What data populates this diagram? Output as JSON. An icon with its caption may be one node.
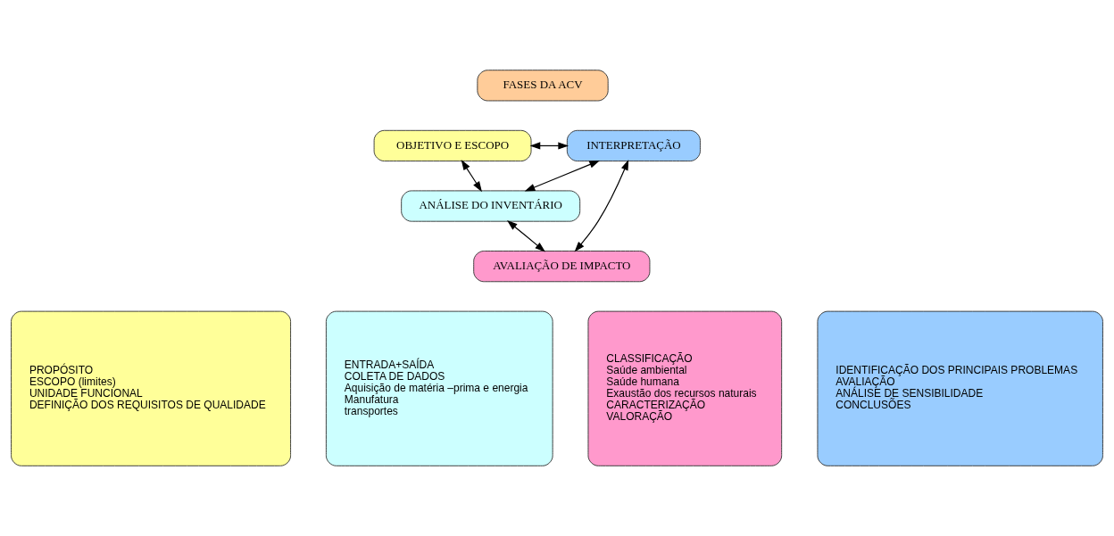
{
  "diagram": {
    "nodes": [
      {
        "text": [
          "FASES DA ACV"
        ]
      },
      {
        "text": [
          "OBJETIVO E ESCOPO"
        ]
      },
      {
        "text": [
          "ANÁLISE DO INVENTÁRIO"
        ]
      },
      {
        "text": [
          "INTERPRETAÇÃO"
        ]
      },
      {
        "text": [
          "AVALIAÇÃO DE IMPACTO"
        ]
      },
      {
        "text": [
          "PROPÓSITO",
          "ESCOPO (limites)",
          "UNIDADE FUNCIONAL",
          "DEFINIÇÃO DOS REQUISITOS DE QUALIDADE"
        ]
      },
      {
        "text": [
          "ENTRADA+SAÍDA",
          "COLETA DE DADOS",
          "Aquisição de matéria –prima e energia",
          "Manufatura",
          "transportes"
        ]
      },
      {
        "text": [
          "CLASSIFICAÇÃO",
          "Saúde ambiental",
          "Saúde humana",
          "Exaustão dos recursos naturais",
          "CARACTERIZAÇÃO",
          "VALORAÇÃO"
        ]
      },
      {
        "text": [
          "IDENTIFICAÇÃO DOS PRINCIPAIS PROBLEMAS",
          "AVALIAÇÃO",
          "ANÁLISE DE SENSIBILIDADE",
          "CONCLUSÕES"
        ]
      }
    ],
    "edges": [
      {
        "from": 1,
        "to": 3,
        "arrow": "both"
      },
      {
        "from": 1,
        "to": 2,
        "arrow": "both"
      },
      {
        "from": 2,
        "to": 3,
        "arrow": "both"
      },
      {
        "from": 2,
        "to": 4,
        "arrow": "both"
      },
      {
        "from": 4,
        "to": 3,
        "arrow": "both"
      }
    ]
  }
}
